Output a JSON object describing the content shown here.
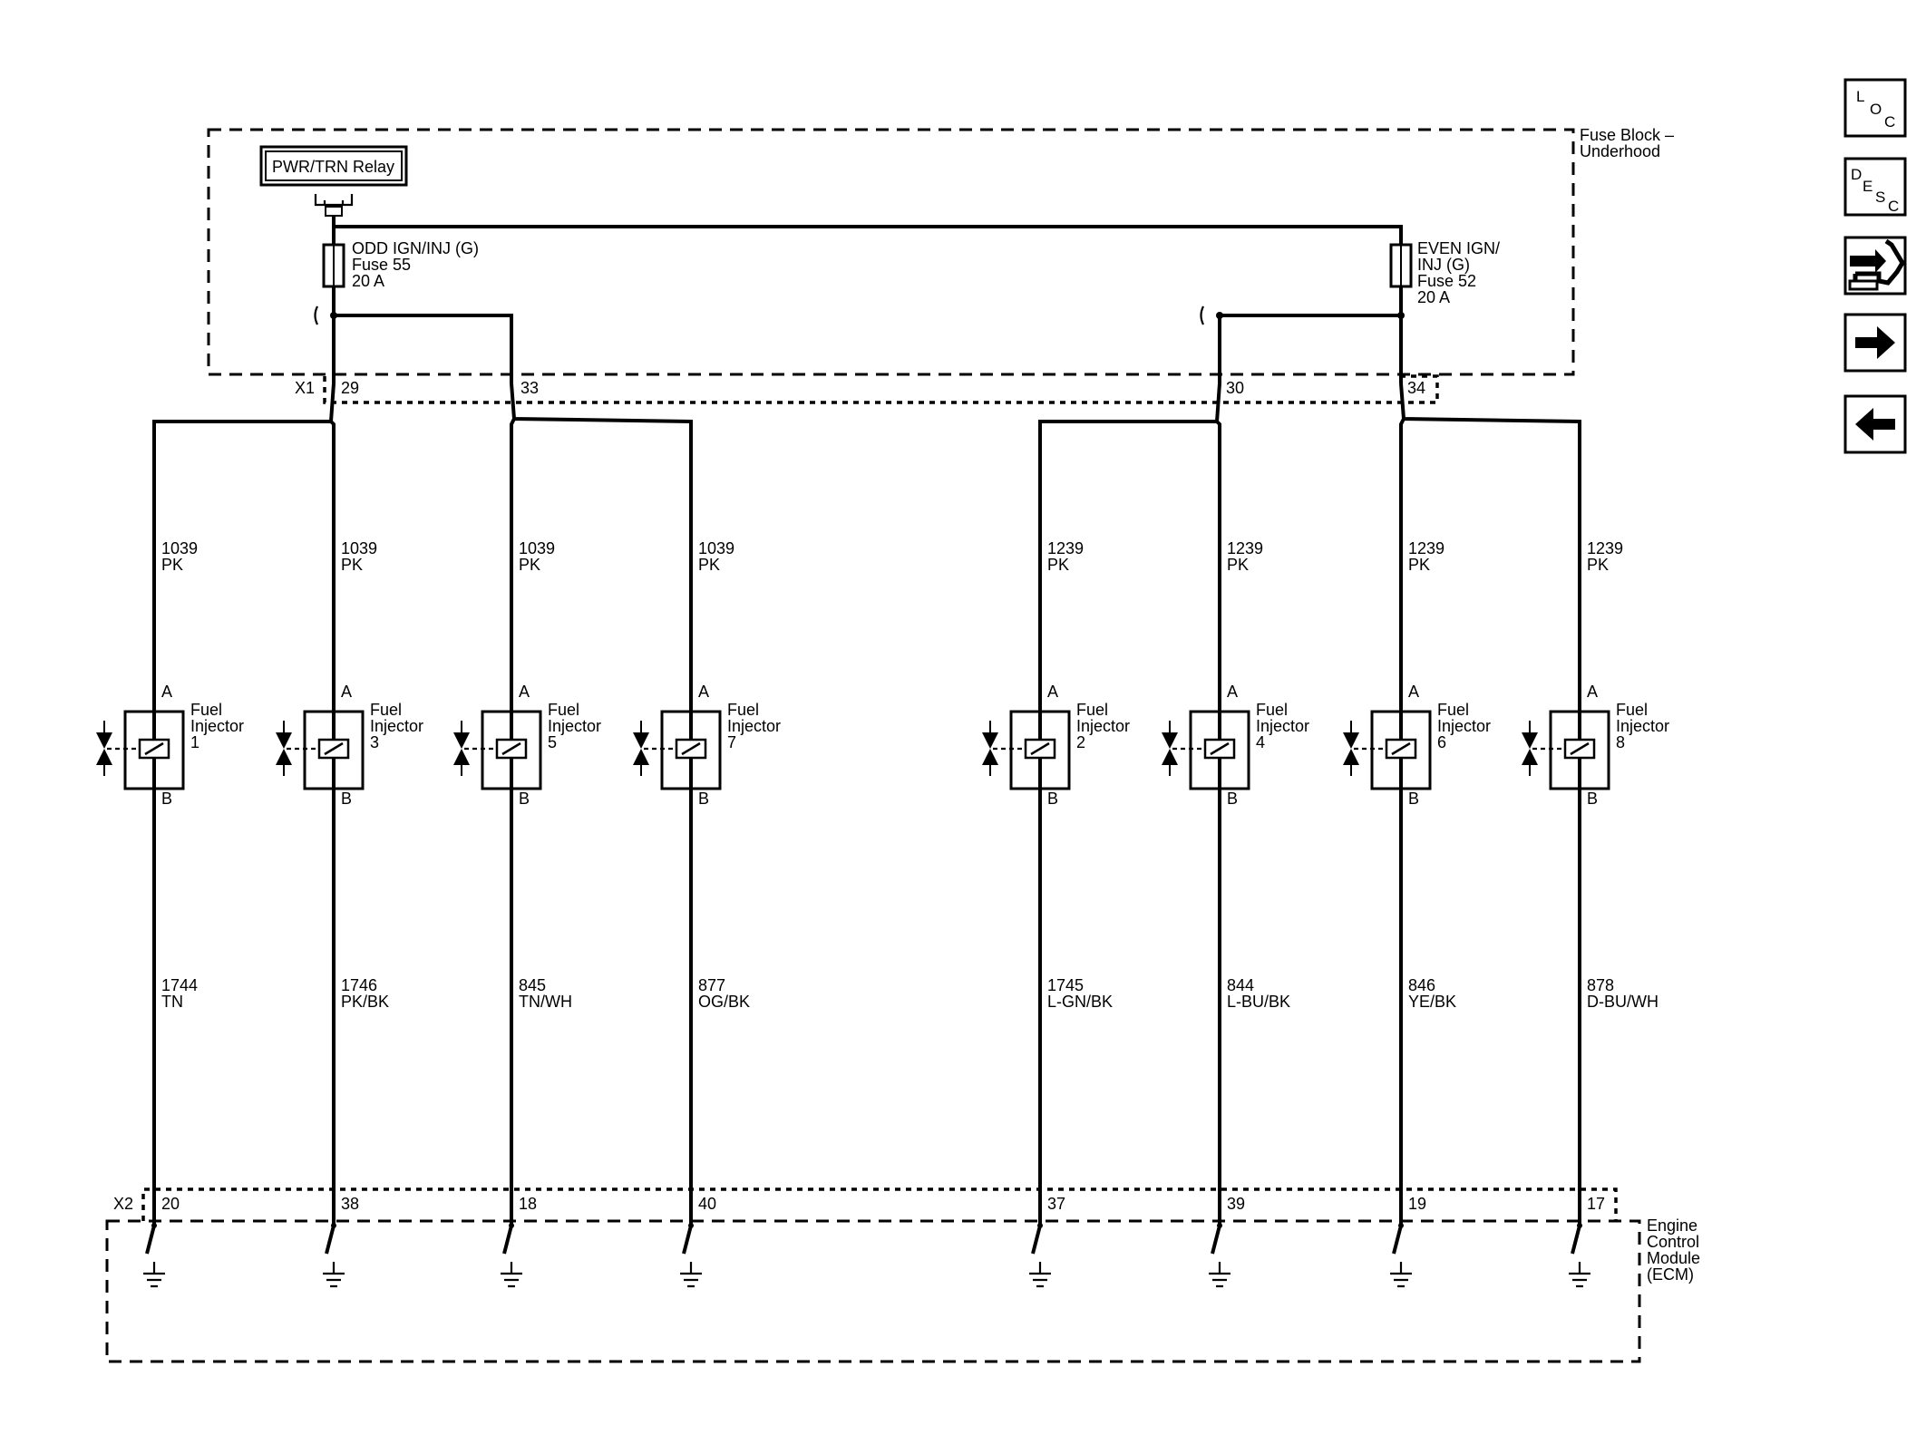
{
  "relay": {
    "label": "PWR/TRN Relay"
  },
  "fuse_block": {
    "line1": "Fuse Block –",
    "line2": "Underhood"
  },
  "fuse_odd": {
    "line1": "ODD IGN/INJ (G)",
    "line2": "Fuse 55",
    "line3": "20 A"
  },
  "fuse_even": {
    "line1": "EVEN IGN/",
    "line2": "INJ (G)",
    "line3": "Fuse 52",
    "line4": "20 A"
  },
  "x1": {
    "label": "X1",
    "pins": [
      "29",
      "33",
      "30",
      "34"
    ]
  },
  "x2": {
    "label": "X2"
  },
  "ecm": {
    "line1": "Engine",
    "line2": "Control",
    "line3": "Module",
    "line4": "(ECM)"
  },
  "injector": {
    "line1": "Fuel",
    "line2": "Injector",
    "pin_a": "A",
    "pin_b": "B"
  },
  "injectors": [
    {
      "num": "1",
      "supply_circuit": "1039",
      "supply_color": "PK",
      "ctrl_circuit": "1744",
      "ctrl_color": "TN",
      "ecm_pin": "20"
    },
    {
      "num": "3",
      "supply_circuit": "1039",
      "supply_color": "PK",
      "ctrl_circuit": "1746",
      "ctrl_color": "PK/BK",
      "ecm_pin": "38"
    },
    {
      "num": "5",
      "supply_circuit": "1039",
      "supply_color": "PK",
      "ctrl_circuit": "845",
      "ctrl_color": "TN/WH",
      "ecm_pin": "18"
    },
    {
      "num": "7",
      "supply_circuit": "1039",
      "supply_color": "PK",
      "ctrl_circuit": "877",
      "ctrl_color": "OG/BK",
      "ecm_pin": "40"
    },
    {
      "num": "2",
      "supply_circuit": "1239",
      "supply_color": "PK",
      "ctrl_circuit": "1745",
      "ctrl_color": "L-GN/BK",
      "ecm_pin": "37"
    },
    {
      "num": "4",
      "supply_circuit": "1239",
      "supply_color": "PK",
      "ctrl_circuit": "844",
      "ctrl_color": "L-BU/BK",
      "ecm_pin": "39"
    },
    {
      "num": "6",
      "supply_circuit": "1239",
      "supply_color": "PK",
      "ctrl_circuit": "846",
      "ctrl_color": "YE/BK",
      "ecm_pin": "19"
    },
    {
      "num": "8",
      "supply_circuit": "1239",
      "supply_color": "PK",
      "ctrl_circuit": "878",
      "ctrl_color": "D-BU/WH",
      "ecm_pin": "17"
    }
  ],
  "sidebar": {
    "loc": {
      "l": "L",
      "o": "O",
      "c": "C"
    },
    "desc": {
      "d": "D",
      "e": "E",
      "s": "S",
      "c": "C"
    },
    "icons": [
      "connector-tool-icon",
      "arrow-right-icon",
      "arrow-left-icon"
    ]
  }
}
